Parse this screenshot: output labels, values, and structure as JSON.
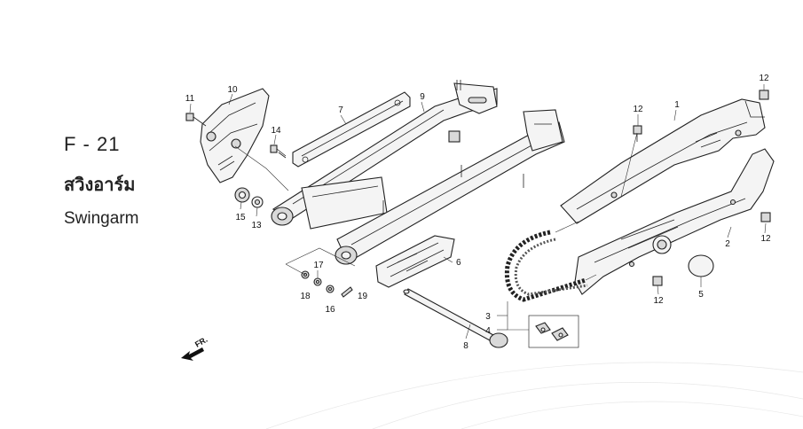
{
  "header": {
    "figure_code": "F - 21",
    "title_thai": "สวิงอาร์ม",
    "title_en": "Swingarm"
  },
  "diagram": {
    "orientation_label": "FR.",
    "callouts": {
      "c1": "1",
      "c2": "2",
      "c3": "3",
      "c4": "4",
      "c5": "5",
      "c6": "6",
      "c7": "7",
      "c8": "8",
      "c9": "9",
      "c10": "10",
      "c11": "11",
      "c12a": "12",
      "c12b": "12",
      "c12c": "12",
      "c12d": "12",
      "c13": "13",
      "c14": "14",
      "c15": "15",
      "c16": "16",
      "c17": "17",
      "c18": "18",
      "c19": "19"
    }
  }
}
